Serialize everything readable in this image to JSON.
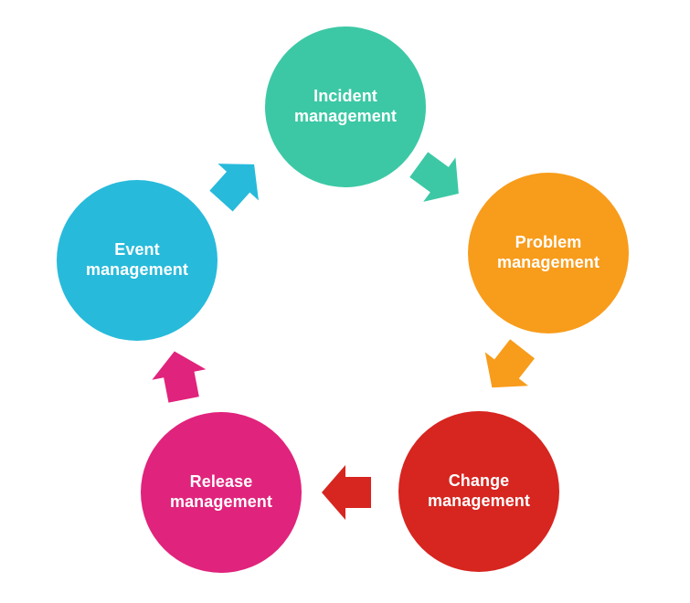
{
  "diagram": {
    "background": "#ffffff",
    "text_color": "#ffffff",
    "nodes": [
      {
        "id": "incident-management",
        "label": "Incident management",
        "color": "#3cc8a5"
      },
      {
        "id": "problem-management",
        "label": "Problem management",
        "color": "#f89c1b"
      },
      {
        "id": "change-management",
        "label": "Change management",
        "color": "#d7251f"
      },
      {
        "id": "release-management",
        "label": "Release management",
        "color": "#e0237c"
      },
      {
        "id": "event-management",
        "label": "Event management",
        "color": "#27badb"
      }
    ],
    "arrows": [
      {
        "id": "incident-to-problem",
        "from": "Incident management",
        "to": "Problem management",
        "color": "#3cc8a5"
      },
      {
        "id": "problem-to-change",
        "from": "Problem management",
        "to": "Change management",
        "color": "#f89c1b"
      },
      {
        "id": "change-to-release",
        "from": "Change management",
        "to": "Release management",
        "color": "#d7251f"
      },
      {
        "id": "release-to-event",
        "from": "Release management",
        "to": "Event management",
        "color": "#e0237c"
      },
      {
        "id": "event-to-incident",
        "from": "Event management",
        "to": "Incident management",
        "color": "#27badb"
      }
    ]
  }
}
